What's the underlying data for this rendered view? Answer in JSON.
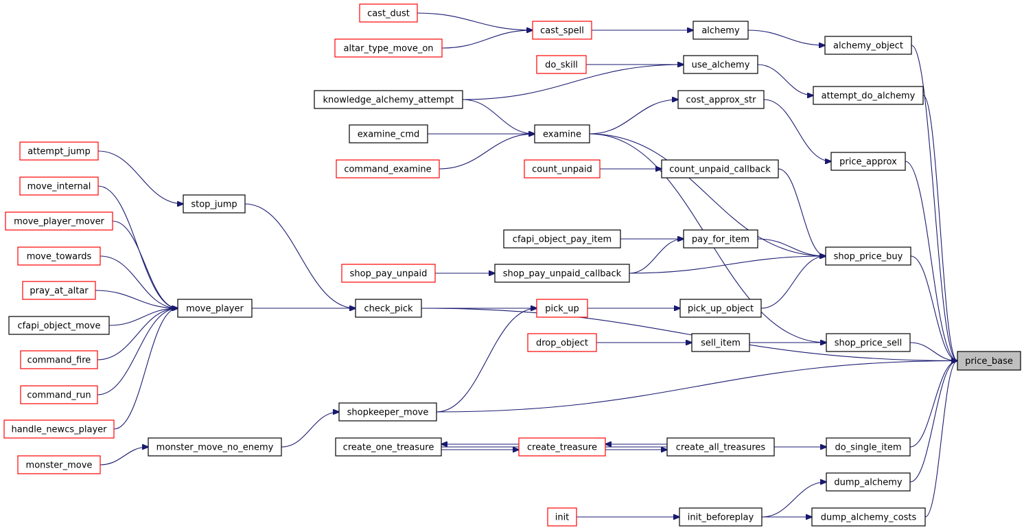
{
  "edge_color": "#191970",
  "colors": {
    "normal_border": "#000000",
    "incomplete_border": "#ff0000",
    "root_fill": "#bfbfbf"
  },
  "nodes": [
    {
      "id": "price_base",
      "label": "price_base",
      "style": "root"
    },
    {
      "id": "alchemy_object",
      "label": "alchemy_object",
      "style": "black"
    },
    {
      "id": "attempt_do_alchemy",
      "label": "attempt_do_alchemy",
      "style": "black"
    },
    {
      "id": "price_approx",
      "label": "price_approx",
      "style": "black"
    },
    {
      "id": "shop_price_buy",
      "label": "shop_price_buy",
      "style": "black"
    },
    {
      "id": "shop_price_sell",
      "label": "shop_price_sell",
      "style": "black"
    },
    {
      "id": "do_single_item",
      "label": "do_single_item",
      "style": "black"
    },
    {
      "id": "dump_alchemy",
      "label": "dump_alchemy",
      "style": "black"
    },
    {
      "id": "dump_alchemy_costs",
      "label": "dump_alchemy_costs",
      "style": "black"
    },
    {
      "id": "alchemy",
      "label": "alchemy",
      "style": "black"
    },
    {
      "id": "use_alchemy",
      "label": "use_alchemy",
      "style": "black"
    },
    {
      "id": "cost_approx_str",
      "label": "cost_approx_str",
      "style": "black"
    },
    {
      "id": "count_unpaid_callback",
      "label": "count_unpaid_callback",
      "style": "black"
    },
    {
      "id": "pay_for_item",
      "label": "pay_for_item",
      "style": "black"
    },
    {
      "id": "pick_up_object",
      "label": "pick_up_object",
      "style": "black"
    },
    {
      "id": "sell_item",
      "label": "sell_item",
      "style": "black"
    },
    {
      "id": "create_all_treasures",
      "label": "create_all_treasures",
      "style": "black"
    },
    {
      "id": "init_beforeplay",
      "label": "init_beforeplay",
      "style": "black"
    },
    {
      "id": "cast_spell",
      "label": "cast_spell",
      "style": "red"
    },
    {
      "id": "do_skill",
      "label": "do_skill",
      "style": "red"
    },
    {
      "id": "examine",
      "label": "examine",
      "style": "black"
    },
    {
      "id": "count_unpaid",
      "label": "count_unpaid",
      "style": "red"
    },
    {
      "id": "cfapi_object_pay_item",
      "label": "cfapi_object_pay_item",
      "style": "black"
    },
    {
      "id": "shop_pay_unpaid_callback",
      "label": "shop_pay_unpaid_callback",
      "style": "black"
    },
    {
      "id": "pick_up",
      "label": "pick_up",
      "style": "red"
    },
    {
      "id": "drop_object",
      "label": "drop_object",
      "style": "red"
    },
    {
      "id": "create_treasure",
      "label": "create_treasure",
      "style": "red"
    },
    {
      "id": "create_one_treasure",
      "label": "create_one_treasure",
      "style": "black"
    },
    {
      "id": "init",
      "label": "init",
      "style": "red"
    },
    {
      "id": "cast_dust",
      "label": "cast_dust",
      "style": "red"
    },
    {
      "id": "altar_type_move_on",
      "label": "altar_type_move_on",
      "style": "red"
    },
    {
      "id": "knowledge_alchemy_attempt",
      "label": "knowledge_alchemy_attempt",
      "style": "black"
    },
    {
      "id": "examine_cmd",
      "label": "examine_cmd",
      "style": "black"
    },
    {
      "id": "command_examine",
      "label": "command_examine",
      "style": "red"
    },
    {
      "id": "shop_pay_unpaid",
      "label": "shop_pay_unpaid",
      "style": "red"
    },
    {
      "id": "check_pick",
      "label": "check_pick",
      "style": "black"
    },
    {
      "id": "shopkeeper_move",
      "label": "shopkeeper_move",
      "style": "black"
    },
    {
      "id": "monster_move_no_enemy",
      "label": "monster_move_no_enemy",
      "style": "black"
    },
    {
      "id": "monster_move",
      "label": "monster_move",
      "style": "red"
    },
    {
      "id": "move_player",
      "label": "move_player",
      "style": "black"
    },
    {
      "id": "stop_jump",
      "label": "stop_jump",
      "style": "black"
    },
    {
      "id": "attempt_jump",
      "label": "attempt_jump",
      "style": "red"
    },
    {
      "id": "move_internal",
      "label": "move_internal",
      "style": "red"
    },
    {
      "id": "move_player_mover",
      "label": "move_player_mover",
      "style": "red"
    },
    {
      "id": "move_towards",
      "label": "move_towards",
      "style": "red"
    },
    {
      "id": "pray_at_altar",
      "label": "pray_at_altar",
      "style": "red"
    },
    {
      "id": "cfapi_object_move",
      "label": "cfapi_object_move",
      "style": "black"
    },
    {
      "id": "command_fire",
      "label": "command_fire",
      "style": "red"
    },
    {
      "id": "command_run",
      "label": "command_run",
      "style": "red"
    },
    {
      "id": "handle_newcs_player",
      "label": "handle_newcs_player",
      "style": "red"
    }
  ],
  "edges": [
    {
      "from": "alchemy_object",
      "to": "price_base"
    },
    {
      "from": "attempt_do_alchemy",
      "to": "price_base"
    },
    {
      "from": "price_approx",
      "to": "price_base"
    },
    {
      "from": "shop_price_buy",
      "to": "price_base"
    },
    {
      "from": "shop_price_sell",
      "to": "price_base"
    },
    {
      "from": "check_pick",
      "to": "price_base"
    },
    {
      "from": "shopkeeper_move",
      "to": "price_base"
    },
    {
      "from": "do_single_item",
      "to": "price_base"
    },
    {
      "from": "dump_alchemy",
      "to": "price_base"
    },
    {
      "from": "dump_alchemy_costs",
      "to": "price_base"
    },
    {
      "from": "alchemy",
      "to": "alchemy_object"
    },
    {
      "from": "use_alchemy",
      "to": "attempt_do_alchemy"
    },
    {
      "from": "cost_approx_str",
      "to": "price_approx"
    },
    {
      "from": "examine",
      "to": "shop_price_buy"
    },
    {
      "from": "count_unpaid_callback",
      "to": "shop_price_buy"
    },
    {
      "from": "pay_for_item",
      "to": "shop_price_buy"
    },
    {
      "from": "shop_pay_unpaid_callback",
      "to": "shop_price_buy"
    },
    {
      "from": "pick_up_object",
      "to": "shop_price_buy"
    },
    {
      "from": "examine",
      "to": "shop_price_sell"
    },
    {
      "from": "sell_item",
      "to": "shop_price_sell"
    },
    {
      "from": "create_all_treasures",
      "to": "do_single_item"
    },
    {
      "from": "create_one_treasure",
      "to": "do_single_item"
    },
    {
      "from": "init_beforeplay",
      "to": "dump_alchemy"
    },
    {
      "from": "init_beforeplay",
      "to": "dump_alchemy_costs"
    },
    {
      "from": "cast_spell",
      "to": "alchemy"
    },
    {
      "from": "do_skill",
      "to": "use_alchemy"
    },
    {
      "from": "knowledge_alchemy_attempt",
      "to": "use_alchemy"
    },
    {
      "from": "examine",
      "to": "cost_approx_str"
    },
    {
      "from": "count_unpaid",
      "to": "count_unpaid_callback"
    },
    {
      "from": "cfapi_object_pay_item",
      "to": "pay_for_item"
    },
    {
      "from": "shop_pay_unpaid_callback",
      "to": "pay_for_item"
    },
    {
      "from": "pick_up",
      "to": "pick_up_object"
    },
    {
      "from": "drop_object",
      "to": "sell_item"
    },
    {
      "from": "create_treasure",
      "to": "create_all_treasures"
    },
    {
      "from": "create_all_treasures",
      "to": "create_treasure"
    },
    {
      "from": "init",
      "to": "init_beforeplay"
    },
    {
      "from": "cast_dust",
      "to": "cast_spell"
    },
    {
      "from": "altar_type_move_on",
      "to": "cast_spell"
    },
    {
      "from": "knowledge_alchemy_attempt",
      "to": "examine"
    },
    {
      "from": "examine_cmd",
      "to": "examine"
    },
    {
      "from": "command_examine",
      "to": "examine"
    },
    {
      "from": "shop_pay_unpaid",
      "to": "shop_pay_unpaid_callback"
    },
    {
      "from": "check_pick",
      "to": "pick_up"
    },
    {
      "from": "shopkeeper_move",
      "to": "pick_up"
    },
    {
      "from": "create_treasure",
      "to": "create_one_treasure"
    },
    {
      "from": "create_one_treasure",
      "to": "create_treasure"
    },
    {
      "from": "move_player",
      "to": "check_pick"
    },
    {
      "from": "stop_jump",
      "to": "check_pick"
    },
    {
      "from": "monster_move_no_enemy",
      "to": "shopkeeper_move"
    },
    {
      "from": "monster_move",
      "to": "monster_move_no_enemy"
    },
    {
      "from": "attempt_jump",
      "to": "stop_jump"
    },
    {
      "from": "move_internal",
      "to": "move_player"
    },
    {
      "from": "move_player_mover",
      "to": "move_player"
    },
    {
      "from": "move_towards",
      "to": "move_player"
    },
    {
      "from": "pray_at_altar",
      "to": "move_player"
    },
    {
      "from": "cfapi_object_move",
      "to": "move_player"
    },
    {
      "from": "command_fire",
      "to": "move_player"
    },
    {
      "from": "command_run",
      "to": "move_player"
    },
    {
      "from": "handle_newcs_player",
      "to": "move_player"
    }
  ]
}
